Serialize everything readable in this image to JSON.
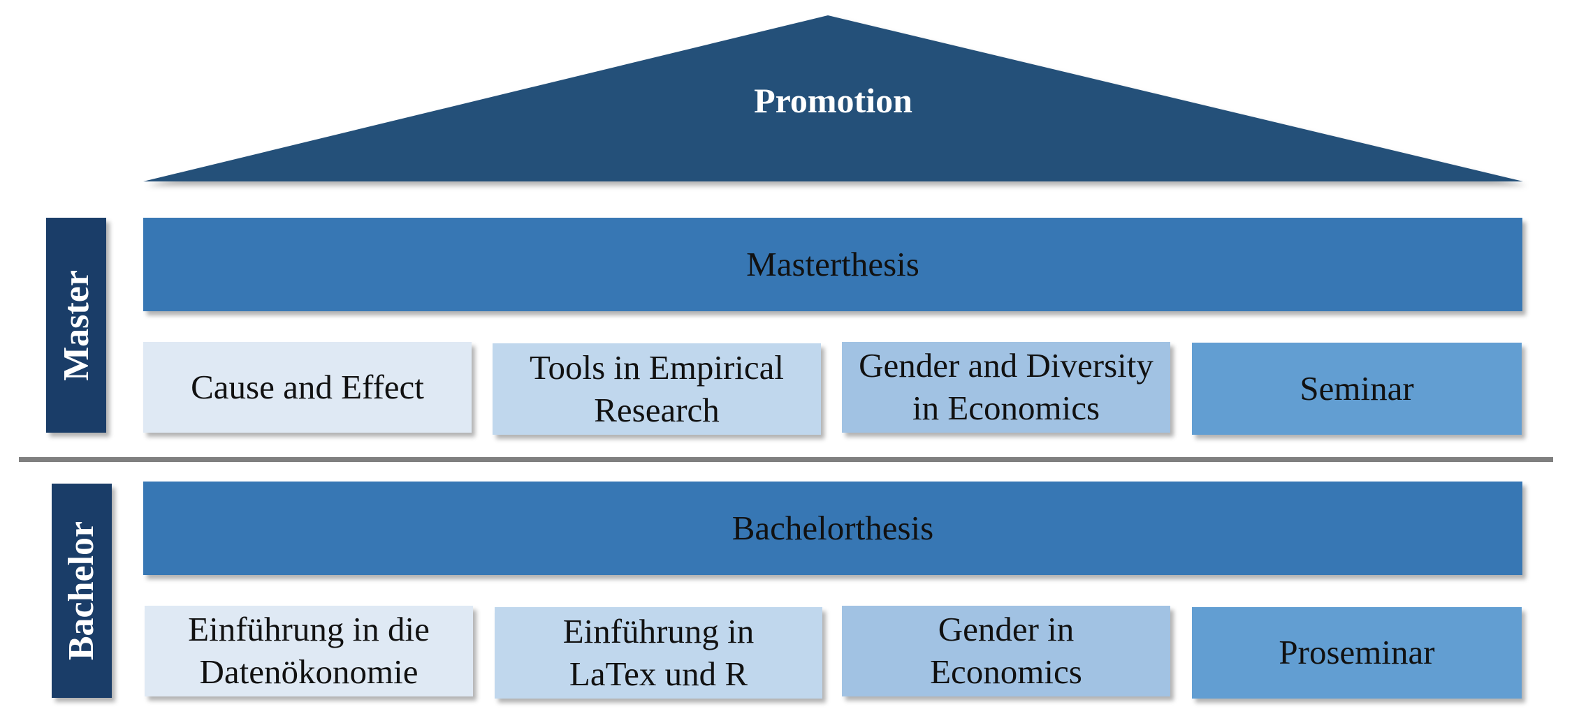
{
  "colors": {
    "roof": "#245079",
    "side_label": "#1a3d68",
    "thesis": "#3777b4",
    "tint_1": "#dfe9f4",
    "tint_2": "#c0d7ed",
    "tint_3": "#a1c2e3",
    "tint_4": "#629ed2",
    "divider": "#7f7f7f"
  },
  "roof": {
    "label": "Promotion"
  },
  "master": {
    "side_label": "Master",
    "thesis": "Masterthesis",
    "courses": [
      "Cause and Effect",
      "Tools in Empirical\nResearch",
      "Gender and Diversity\nin Economics",
      "Seminar"
    ]
  },
  "bachelor": {
    "side_label": "Bachelor",
    "thesis": "Bachelorthesis",
    "courses": [
      "Einführung in die\nDatenökonomie",
      "Einführung in\nLaTex und R",
      "Gender in\nEconomics",
      "Proseminar"
    ]
  }
}
